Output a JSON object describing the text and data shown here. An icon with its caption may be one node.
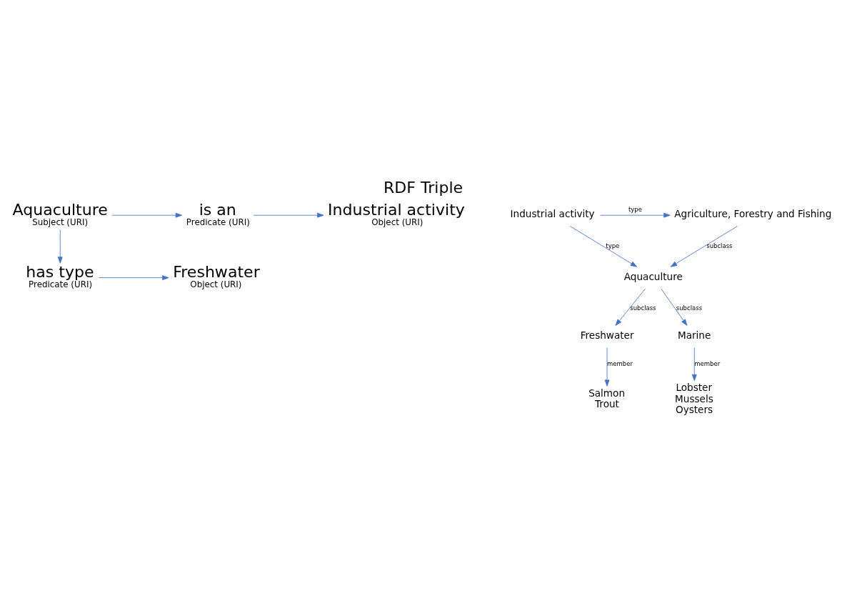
{
  "diagram": {
    "title": "RDF Triple",
    "nodes": [
      {
        "text": [
          "Aquaculture",
          "Subject (URI)"
        ]
      },
      {
        "text": [
          "is an",
          "Predicate (URI)"
        ]
      },
      {
        "text": [
          "Industrial activity",
          "Object (URI)"
        ]
      },
      {
        "text": [
          "has type",
          "Predicate (URI)"
        ]
      },
      {
        "text": [
          "Freshwater",
          "Object (URI)"
        ]
      },
      {
        "text": [
          "Agriculture, Forestry and Fishing"
        ]
      },
      {
        "text": [
          "Industrial activity"
        ]
      },
      {
        "text": [
          "Aquaculture"
        ]
      },
      {
        "text": [
          "Freshwater"
        ]
      },
      {
        "text": [
          "Marine"
        ]
      },
      {
        "text": [
          "Salmon",
          "Trout"
        ]
      },
      {
        "text": [
          "Lobster",
          "Mussels",
          "Oysters"
        ]
      }
    ],
    "edges": [
      {
        "from": 0,
        "to": 1,
        "arrow": "to"
      },
      {
        "from": 1,
        "to": 2,
        "arrow": "to"
      },
      {
        "from": 0,
        "to": 3,
        "arrow": "to"
      },
      {
        "from": 3,
        "to": 4,
        "arrow": "to"
      },
      {
        "from": 6,
        "to": 5,
        "arrow": "to",
        "label": "type"
      },
      {
        "from": 5,
        "to": 7,
        "arrow": "to",
        "label": "subclass"
      },
      {
        "from": 6,
        "to": 7,
        "arrow": "to",
        "label": "type"
      },
      {
        "from": 7,
        "to": 8,
        "arrow": "to",
        "label": "subclass"
      },
      {
        "from": 7,
        "to": 9,
        "arrow": "to",
        "label": "subclass"
      },
      {
        "from": 8,
        "to": 10,
        "arrow": "to",
        "label": "member"
      },
      {
        "from": 9,
        "to": 11,
        "arrow": "to",
        "label": "member"
      }
    ]
  }
}
